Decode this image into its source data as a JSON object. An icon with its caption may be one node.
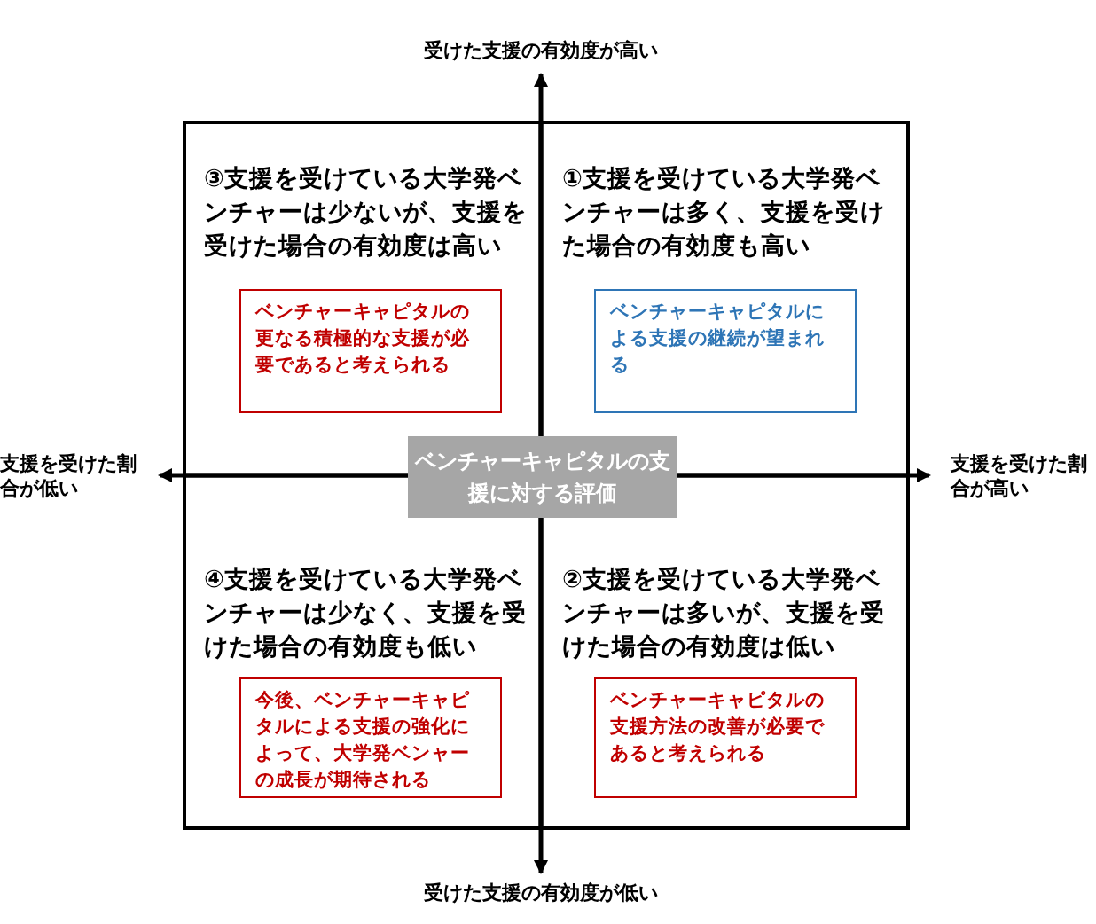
{
  "diagram": {
    "nodes": [
      {
        "text": [],
        "shape": "box"
      },
      {
        "text": [
          "ベンチャーキャピタルの支援に対する評価"
        ],
        "in": 0
      },
      {
        "text": [
          "ベンチャーキャピタルの更なる積極的な支援が必要であると考えられる"
        ],
        "in": 0
      },
      {
        "text": [
          "ベンチャーキャピタルによる支援の継続が望まれる"
        ],
        "in": 0
      },
      {
        "text": [
          "今後、ベンチャーキャピタルによる支援の強化によって、大学発ベンャーの成長が期待される"
        ],
        "in": 0
      },
      {
        "text": [
          "ベンチャーキャピタルの支援方法の改善が必要であると考えられる"
        ],
        "in": 0
      }
    ],
    "edges": [],
    "labels": [
      "受けた支援の有効度が高い",
      "③支援を受けている大学発ベンチャーは少ないが、支援を受けた場合の有効度は高い",
      "①支援を受けている大学発ベンチャーは多く、支援を受けた場合の有効度も高い",
      "支援を受けた割合が低い",
      "支援を受けた割合が高い",
      "④支援を受けている大学発ベンチャーは少なく、支援を受けた場合の有効度も低い",
      "②支援を受けている大学発ベンチャーは多いが、支援を受けた場合の有効度は低い",
      "受けた支援の有効度が低い"
    ]
  }
}
